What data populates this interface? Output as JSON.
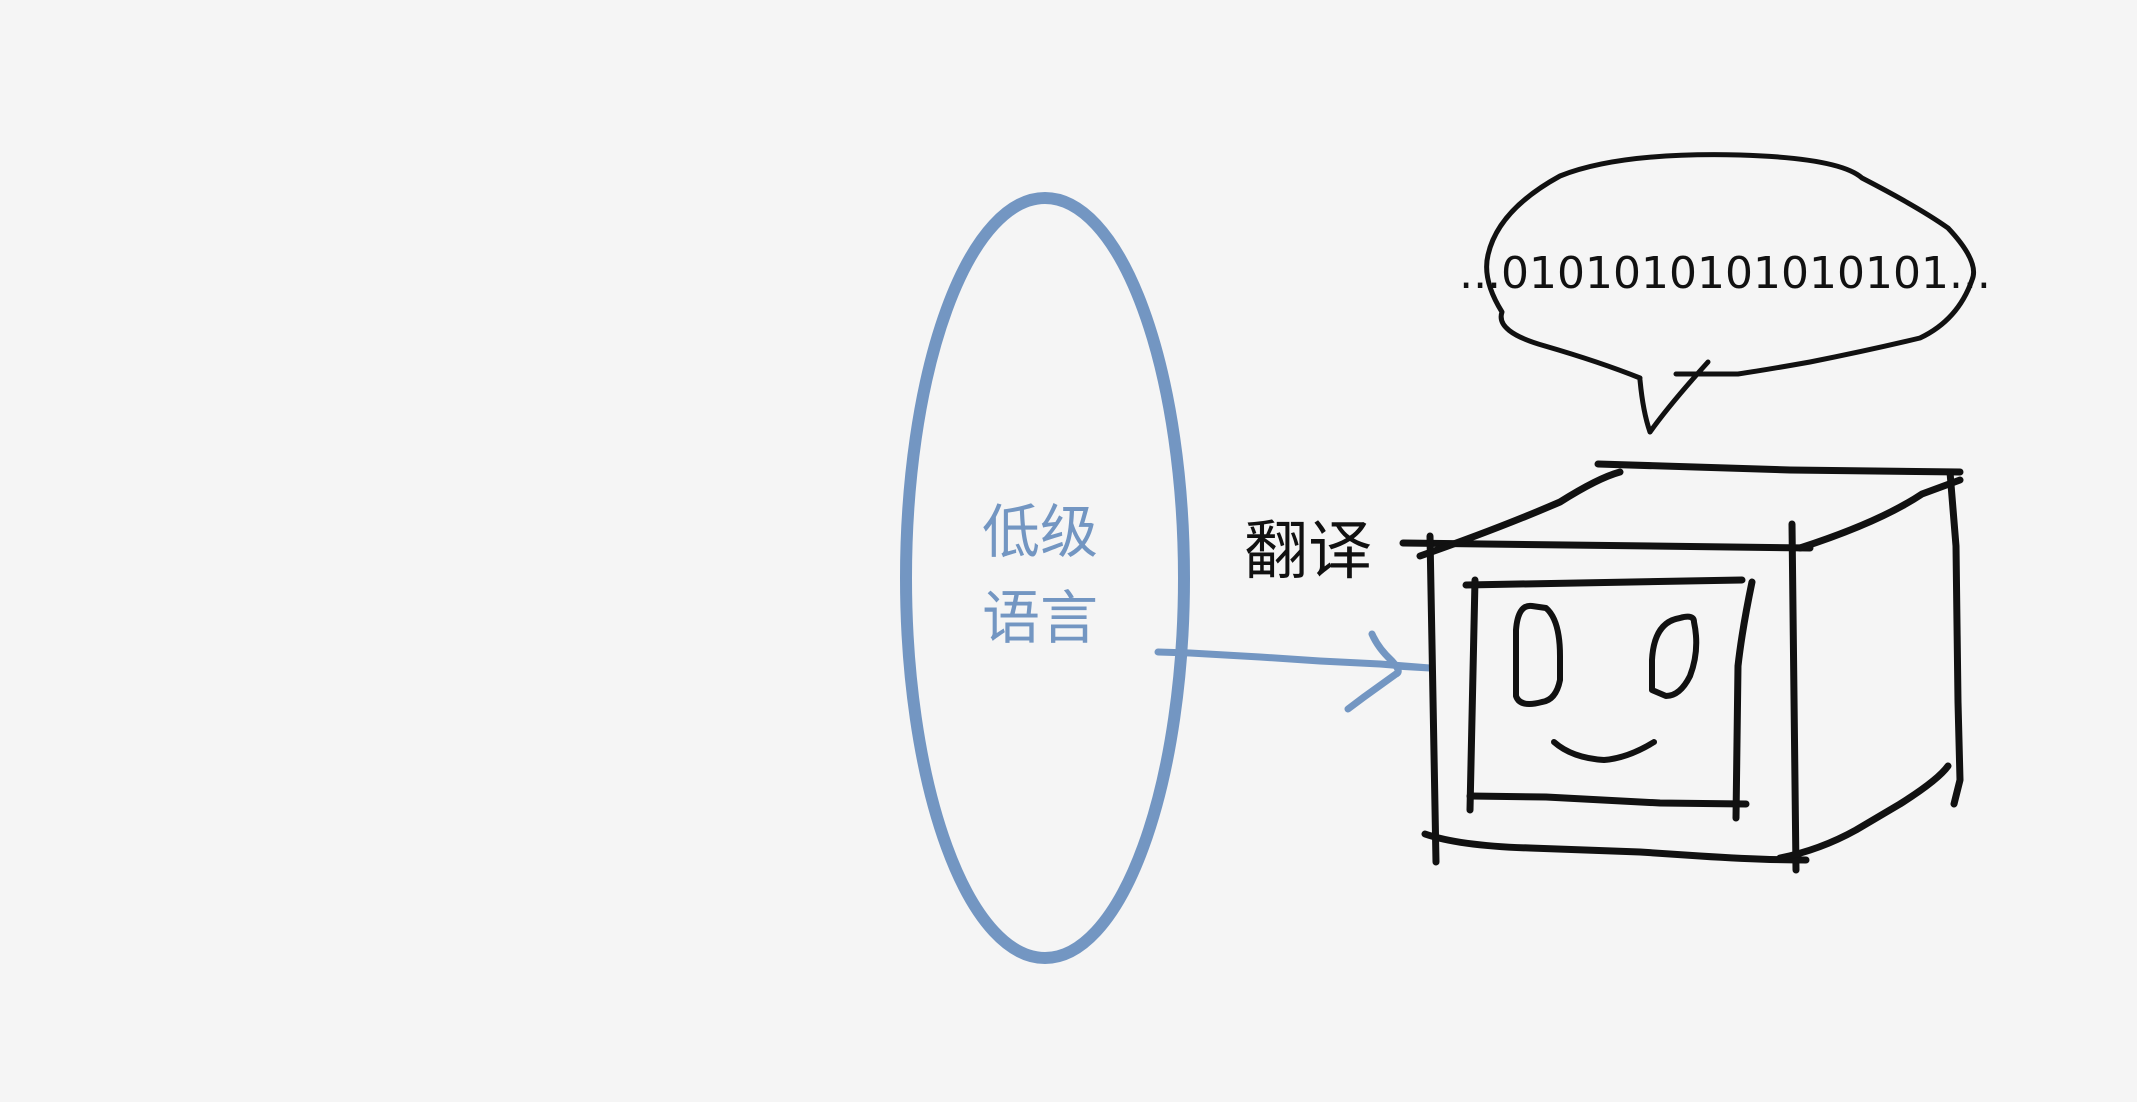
{
  "diagram": {
    "low_level_language_line1": "低级",
    "low_level_language_line2": "语言",
    "translate_label": "翻译",
    "speech_text": "...0101010101010101...",
    "colors": {
      "background": "#f5f5f5",
      "language_accent": "#7396c2",
      "ink": "#111111"
    }
  }
}
